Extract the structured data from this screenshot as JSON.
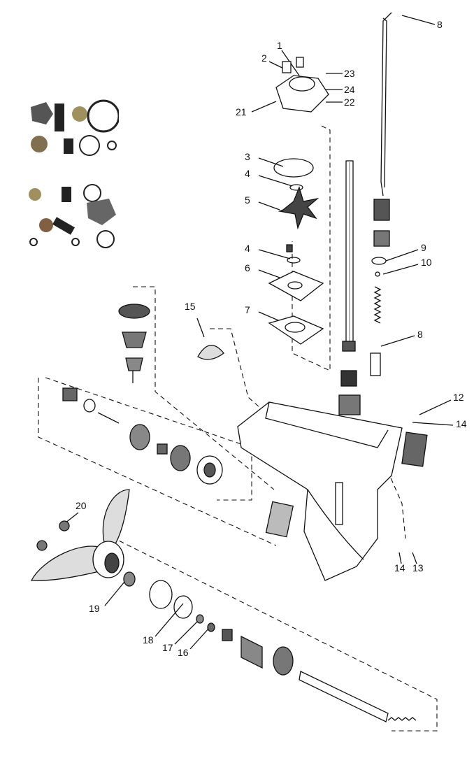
{
  "diagram": {
    "callouts": [
      "8",
      "1",
      "2",
      "23",
      "24",
      "22",
      "21",
      "3",
      "4",
      "5",
      "4",
      "6",
      "7",
      "9",
      "10",
      "8",
      "15",
      "12",
      "14",
      "20",
      "14",
      "13",
      "19",
      "18",
      "17",
      "16"
    ]
  },
  "colors": {
    "line": "#111111",
    "kit_bg": "#9a9a9a"
  }
}
